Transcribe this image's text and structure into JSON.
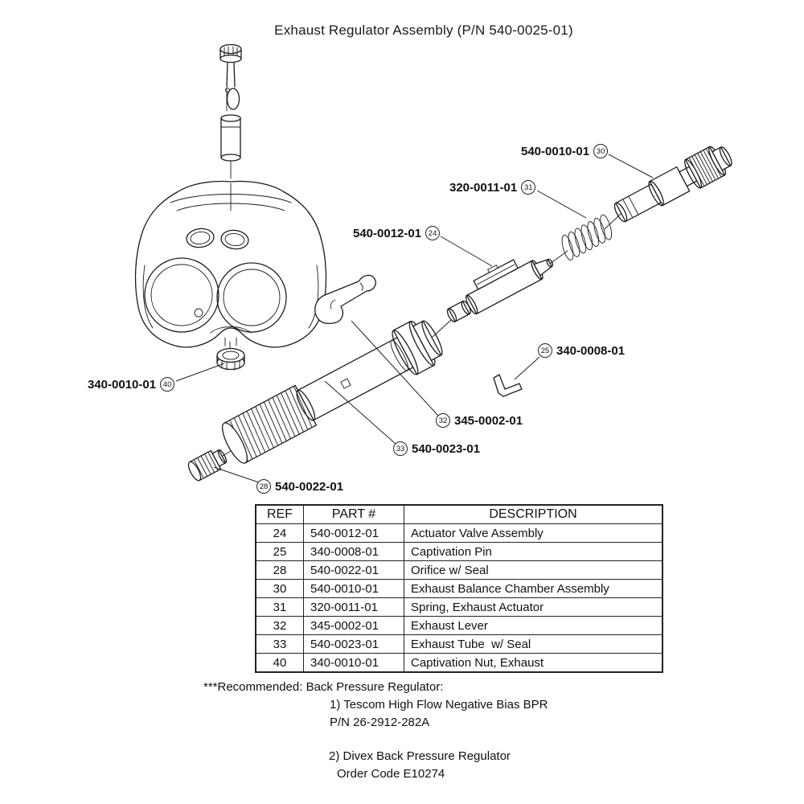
{
  "title": "Exhaust Regulator Assembly (P/N 540-0025-01)",
  "callouts": [
    {
      "ref": "30",
      "part": "540-0010-01"
    },
    {
      "ref": "31",
      "part": "320-0011-01"
    },
    {
      "ref": "24",
      "part": "540-0012-01"
    },
    {
      "ref": "25",
      "part": "340-0008-01"
    },
    {
      "ref": "32",
      "part": "345-0002-01"
    },
    {
      "ref": "33",
      "part": "540-0023-01"
    },
    {
      "ref": "28",
      "part": "540-0022-01"
    },
    {
      "ref": "40",
      "part": "340-0010-01"
    }
  ],
  "table": {
    "headers": [
      "REF",
      "PART #",
      "DESCRIPTION"
    ],
    "rows": [
      [
        "24",
        "540-0012-01",
        "Actuator Valve Assembly"
      ],
      [
        "25",
        "340-0008-01",
        "Captivation Pin"
      ],
      [
        "28",
        "540-0022-01",
        "Orifice w/ Seal"
      ],
      [
        "30",
        "540-0010-01",
        "Exhaust Balance Chamber Assembly"
      ],
      [
        "31",
        "320-0011-01",
        "Spring, Exhaust Actuator"
      ],
      [
        "32",
        "345-0002-01",
        "Exhaust Lever"
      ],
      [
        "33",
        "540-0023-01",
        "Exhaust Tube  w/ Seal"
      ],
      [
        "40",
        "340-0010-01",
        "Captivation Nut, Exhaust"
      ]
    ]
  },
  "notes": {
    "recommended": "***Recommended: Back Pressure Regulator:",
    "option1_line1": "1) Tescom High Flow Negative Bias BPR",
    "option1_line2": "P/N 26-2912-282A",
    "option2_line1": "2) Divex Back Pressure Regulator",
    "option2_line2": "Order Code E10274"
  }
}
